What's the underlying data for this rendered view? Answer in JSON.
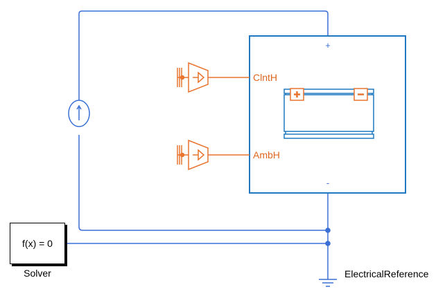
{
  "colors": {
    "wire": "#3a6fd6",
    "battery": "#1f78c0",
    "thermal": "#e8742f",
    "junction": "#3a6fd6"
  },
  "blocks": {
    "solver": {
      "expression": "f(x) = 0",
      "name": "Solver"
    },
    "ground": {
      "name": "ElectricalReference",
      "icon": "ground-icon"
    },
    "current_source": {
      "icon": "current-source-icon"
    },
    "battery": {
      "pos_terminal": "+",
      "neg_terminal": "-",
      "plus_tab": "+",
      "minus_tab": "-",
      "ports": [
        {
          "label": "ClntH"
        },
        {
          "label": "AmbH"
        }
      ]
    },
    "thermal_sources": [
      {
        "icon": "thermal-reference-icon",
        "port": "ClntH"
      },
      {
        "icon": "thermal-reference-icon",
        "port": "AmbH"
      }
    ]
  }
}
